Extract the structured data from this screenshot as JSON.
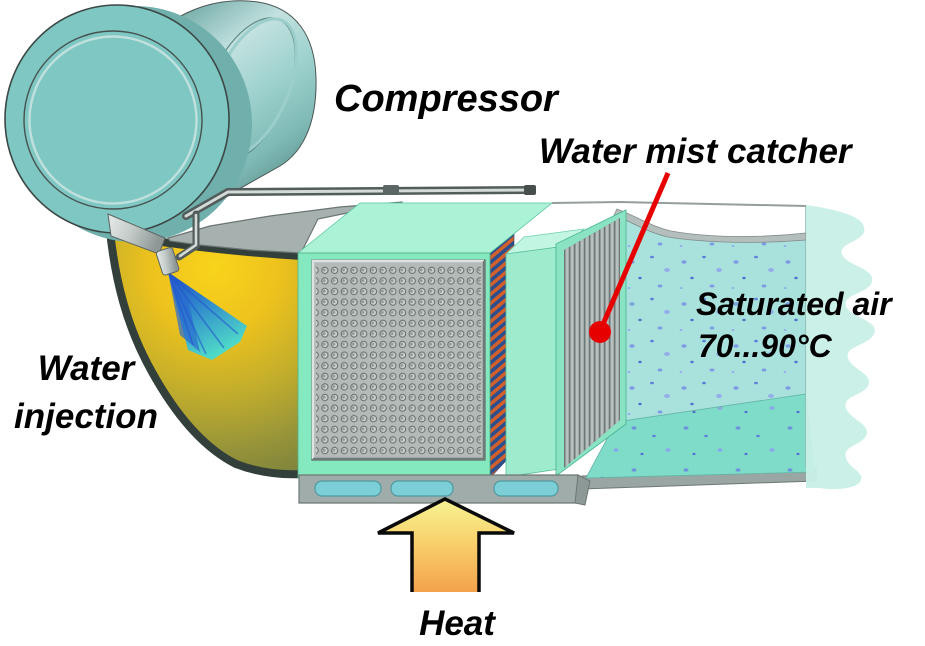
{
  "diagram": {
    "labels": {
      "compressor": "Compressor",
      "water_mist_catcher": "Water mist catcher",
      "water_injection_line1": "Water",
      "water_injection_line2": "injection",
      "saturated_air_line1": "Saturated air",
      "saturated_air_line2": "70...90°C",
      "heat": "Heat"
    },
    "colors": {
      "callout_red": "#e60000",
      "compressor_teal": "#7fc7c2",
      "chamber_yellow": "#f8d41c",
      "chamber_olive": "#6d783c",
      "spray_blue": "#1d4bc8",
      "spray_cyan": "#4fd9c8",
      "exchanger_mint": "#85e9c0",
      "panel_gray": "#b3bab8",
      "fin_orange": "#d2602c",
      "fin_blue": "#2d4e8c",
      "saturated_air_teal": "#a9e2dc",
      "speckle_blue": "#5d7fd8",
      "heat_arrow_top": "#f2ee7d",
      "heat_arrow_bottom": "#f4a24c",
      "base_gray": "#a0acaa",
      "slot_teal": "#7ccfd6"
    }
  }
}
